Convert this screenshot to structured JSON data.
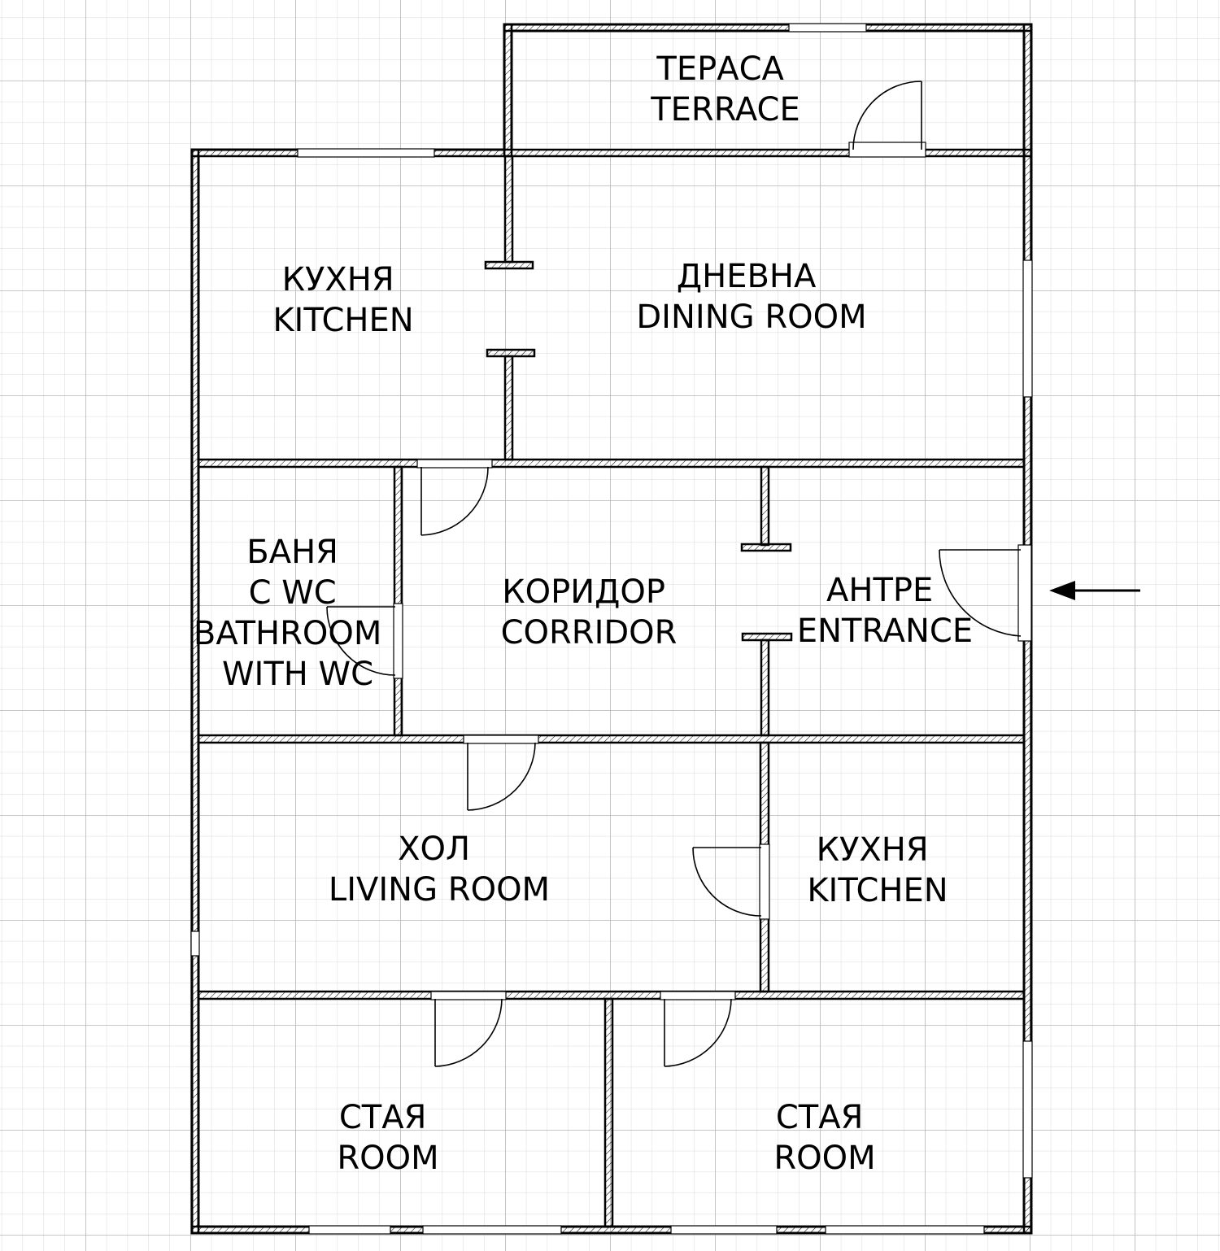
{
  "plan": {
    "rooms": [
      {
        "id": "terrace",
        "lines": [
          "ТЕРАСА",
          "TERRACE"
        ]
      },
      {
        "id": "kitchen-top",
        "lines": [
          "КУХНЯ",
          "KITCHEN"
        ]
      },
      {
        "id": "dining-room",
        "lines": [
          "ДНЕВНА",
          "DINING ROOM"
        ]
      },
      {
        "id": "bathroom",
        "lines": [
          "БАНЯ",
          "С WC",
          "BATHROOM",
          "WITH WC"
        ]
      },
      {
        "id": "corridor",
        "lines": [
          "КОРИДОР",
          "CORRIDOR"
        ]
      },
      {
        "id": "entrance",
        "lines": [
          "АНТРЕ",
          "ENTRANCE"
        ]
      },
      {
        "id": "living-room",
        "lines": [
          "ХОЛ",
          "LIVING ROOM"
        ]
      },
      {
        "id": "kitchen-bottom",
        "lines": [
          "КУХНЯ",
          "KITCHEN"
        ]
      },
      {
        "id": "room-left",
        "lines": [
          "СТАЯ",
          "ROOM"
        ]
      },
      {
        "id": "room-right",
        "lines": [
          "СТАЯ",
          "ROOM"
        ]
      }
    ],
    "entry_arrow": "left-arrow-icon",
    "colors": {
      "ink": "#000000",
      "grid_minor": "#d9d9d9",
      "grid_major": "#bdbdbd",
      "background": "#ffffff"
    }
  }
}
